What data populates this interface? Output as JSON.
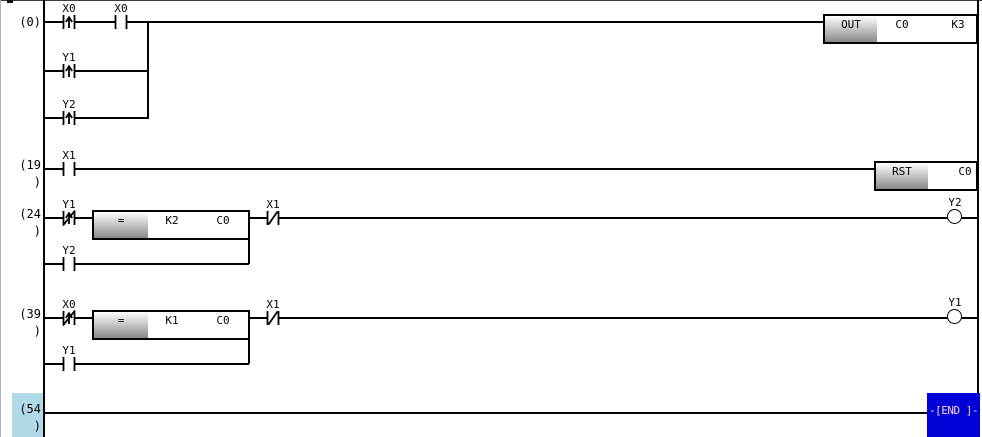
{
  "app": {
    "name": "plc-ladder-editor"
  },
  "colors": {
    "background": "#ffffff",
    "wire": "#000000",
    "selection_highlight": "#b2d9e8",
    "block_gradient_top": "#ffffff",
    "block_gradient_bottom": "#898989",
    "end_block_background": "#0000d8",
    "end_block_text": "#ffd2dc"
  },
  "rung0": {
    "step": "(0)",
    "contact1_label": "X0",
    "contact2_label": "X0",
    "branch1_label": "Y1",
    "branch2_label": "Y2",
    "block": {
      "op": "OUT",
      "arg1": "C0",
      "arg2": "K3"
    }
  },
  "rung19": {
    "step_line1": "(19",
    "step_line2": ")",
    "contact1_label": "X1",
    "block": {
      "op": "RST",
      "arg1": "C0"
    }
  },
  "rung24": {
    "step_line1": "(24",
    "step_line2": ")",
    "contact1_label": "Y1",
    "block": {
      "op": "=",
      "arg1": "K2",
      "arg2": "C0"
    },
    "contact2_label": "X1",
    "branch1_label": "Y2",
    "coil_label": "Y2"
  },
  "rung39": {
    "step_line1": "(39",
    "step_line2": ")",
    "contact1_label": "X0",
    "block": {
      "op": "=",
      "arg1": "K1",
      "arg2": "C0"
    },
    "contact2_label": "X1",
    "branch1_label": "Y1",
    "coil_label": "Y1"
  },
  "rung54": {
    "step_line1": "(54",
    "step_line2": ")",
    "end_label": "-[END ]-"
  }
}
